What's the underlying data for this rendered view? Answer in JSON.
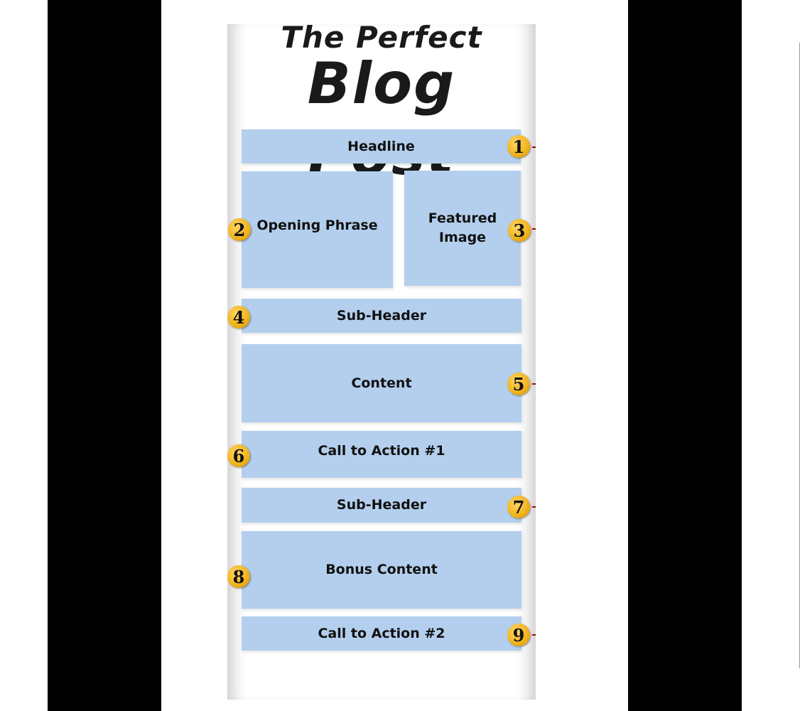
{
  "title": {
    "line1": "The Perfect",
    "line2": "Blog Post"
  },
  "sections": [
    {
      "number": "1",
      "label": "Headline"
    },
    {
      "number": "2",
      "label": "Opening Phrase"
    },
    {
      "number": "3",
      "label": "Featured\nImage"
    },
    {
      "number": "4",
      "label": "Sub-Header"
    },
    {
      "number": "5",
      "label": "Content"
    },
    {
      "number": "6",
      "label": "Call to Action #1"
    },
    {
      "number": "7",
      "label": "Sub-Header"
    },
    {
      "number": "8",
      "label": "Bonus Content"
    },
    {
      "number": "9",
      "label": "Call to Action #2"
    }
  ],
  "colors": {
    "block": "#b3cfed",
    "badge": "#f0b21a",
    "tick": "#a40000",
    "side_bars": "#000000"
  }
}
